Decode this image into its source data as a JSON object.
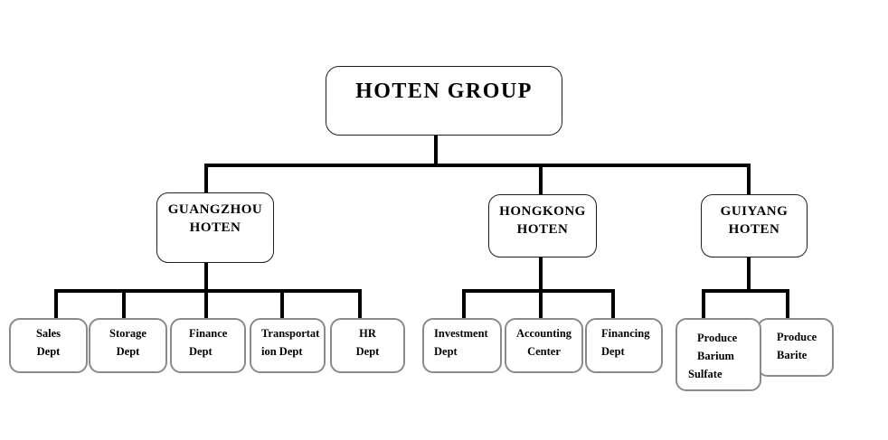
{
  "diagram": {
    "type": "organization-chart",
    "title": "HOTEN GROUP"
  },
  "nodes": {
    "root": {
      "lines": [
        "HOTEN GROUP"
      ]
    },
    "guangzhou": {
      "lines": [
        "GUANGZHOU",
        "HOTEN"
      ]
    },
    "hongkong": {
      "lines": [
        "HONGKONG",
        "HOTEN"
      ]
    },
    "guiyang": {
      "lines": [
        "GUIYANG",
        "HOTEN"
      ]
    },
    "sales": {
      "lines": [
        "Sales",
        "Dept"
      ]
    },
    "storage": {
      "lines": [
        "Storage",
        "Dept"
      ]
    },
    "finance": {
      "lines": [
        "Finance",
        "Dept"
      ]
    },
    "transportation": {
      "lines": [
        "Transportat",
        "ion Dept"
      ]
    },
    "hr": {
      "lines": [
        "HR",
        "Dept"
      ]
    },
    "investment": {
      "lines": [
        "Investment",
        "Dept"
      ]
    },
    "accounting": {
      "lines": [
        "Accounting",
        "Center"
      ]
    },
    "financing": {
      "lines": [
        "Financing",
        "Dept"
      ]
    },
    "produce_barium": {
      "lines": [
        "Produce",
        "Barium",
        "Sulfate"
      ]
    },
    "produce_barite": {
      "lines": [
        "Produce",
        "Barite"
      ]
    }
  },
  "colors": {
    "background": "#ffffff",
    "text": "#000000",
    "connector": "#000000",
    "box_border_dark": "#1f1f1f",
    "box_border_gray": "#8a8a8a"
  }
}
